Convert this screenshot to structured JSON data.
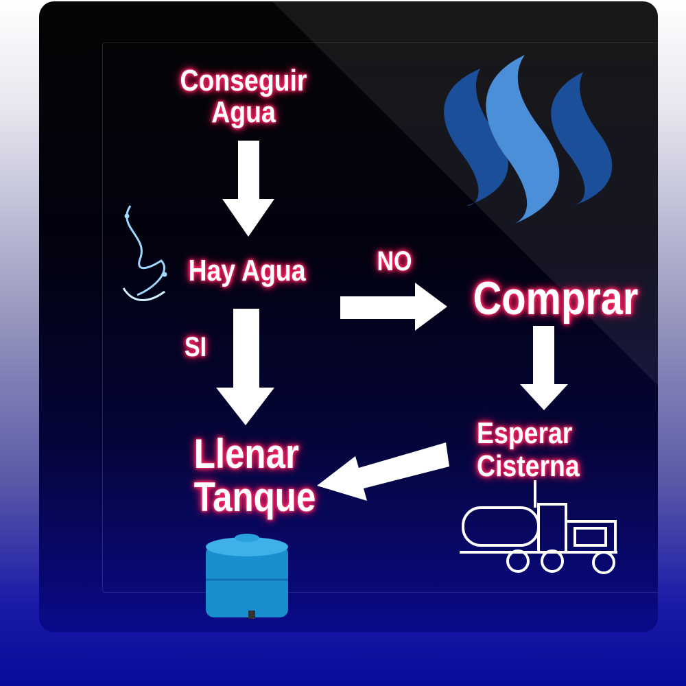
{
  "nodes": {
    "start": "Conseguir\nAgua",
    "decision": "Hay Agua",
    "buy": "Comprar",
    "wait": "Esperar\nCisterna",
    "fill": "Llenar\nTanque"
  },
  "edges": {
    "no": "NO",
    "yes": "SI"
  },
  "colors": {
    "glow": "#ff2a66",
    "logo": "#2e6fc0",
    "tank": "#1a8fd0"
  }
}
